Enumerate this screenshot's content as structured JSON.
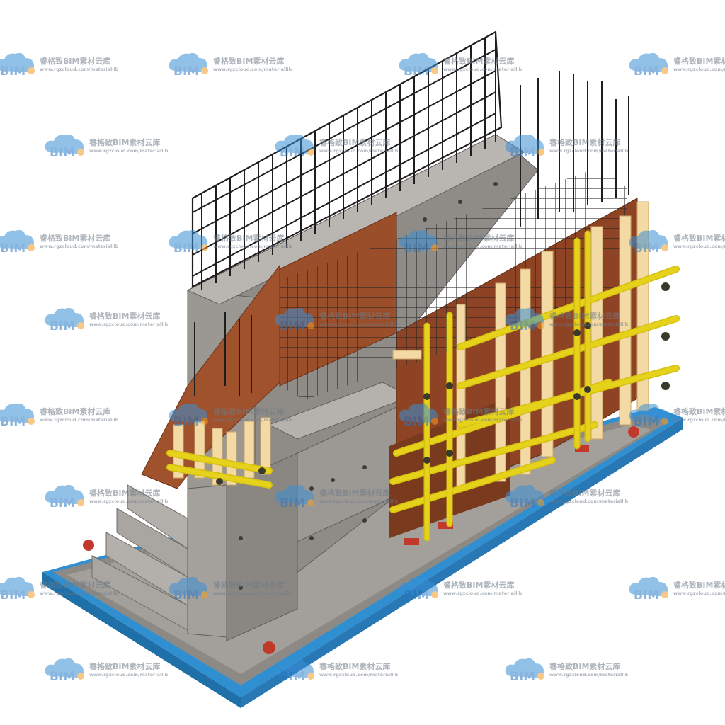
{
  "watermark": {
    "logo_text": "BIM",
    "brand": "睿格致BIM素材云库",
    "url": "www.rgzcloud.com/materiallib"
  },
  "colors": {
    "base_plate": "#2f8fd1",
    "concrete": "#9e9c98",
    "formwork_plywood": "#a0522d",
    "timber_beam": "#f3d9a4",
    "steel_tube": "#e6d21a",
    "rebar": "#2a2a2a",
    "support_pad": "#c0392b"
  },
  "icons": [
    "bim-cloud-logo-icon"
  ]
}
